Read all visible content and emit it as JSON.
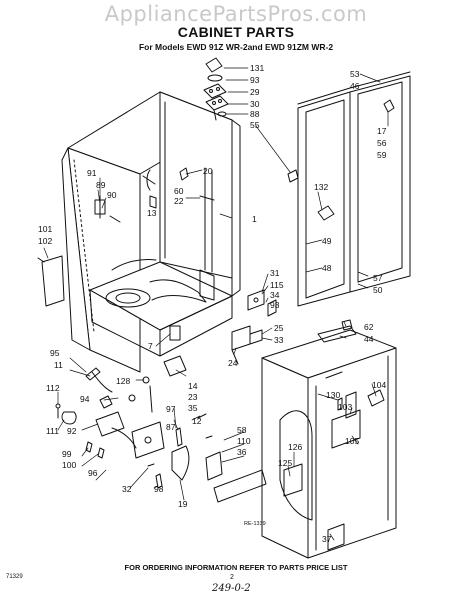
{
  "watermark": "AppliancePartsPros.com",
  "header": {
    "title": "CABINET PARTS",
    "subtitle": "For Models EWD 91Z WR-2and EWD 91ZM WR-2"
  },
  "footer": {
    "ordering_note": "FOR ORDERING INFORMATION REFER TO PARTS PRICE LIST",
    "page_number": "2",
    "handwritten_note": "249-0-2",
    "catalog_code": "71329",
    "drawing_ref": "RE-1339"
  },
  "part_labels": {
    "p131": "131",
    "p93a": "93",
    "p29": "29",
    "p30": "30",
    "p88": "88",
    "p55": "55",
    "p53": "53",
    "p46": "46",
    "p17": "17",
    "p56": "56",
    "p59": "59",
    "p132": "132",
    "p49": "49",
    "p48": "48",
    "p57": "57",
    "p50": "50",
    "p91": "91",
    "p89": "89",
    "p90": "90",
    "p13": "13",
    "p60": "60",
    "p20": "20",
    "p22": "22",
    "p1": "1",
    "p101": "101",
    "p102": "102",
    "p31": "31",
    "p115": "115",
    "p34": "34",
    "p93b": "93",
    "p62": "62",
    "p44": "44",
    "p7": "7",
    "p25": "25",
    "p33": "33",
    "p24": "24",
    "p95": "95",
    "p11": "11",
    "p112": "112",
    "p94": "94",
    "p128": "128",
    "p14": "14",
    "p23": "23",
    "p35": "35",
    "p130": "130",
    "p104": "104",
    "p103": "103",
    "p111": "111",
    "p92": "92",
    "p97": "97",
    "p87": "87",
    "p12": "12",
    "p58": "58",
    "p110": "110",
    "p36": "36",
    "p126": "126",
    "p105": "105",
    "p99": "99",
    "p100": "100",
    "p96": "96",
    "p125": "125",
    "p32": "32",
    "p98": "98",
    "p19": "19",
    "p37": "37"
  }
}
